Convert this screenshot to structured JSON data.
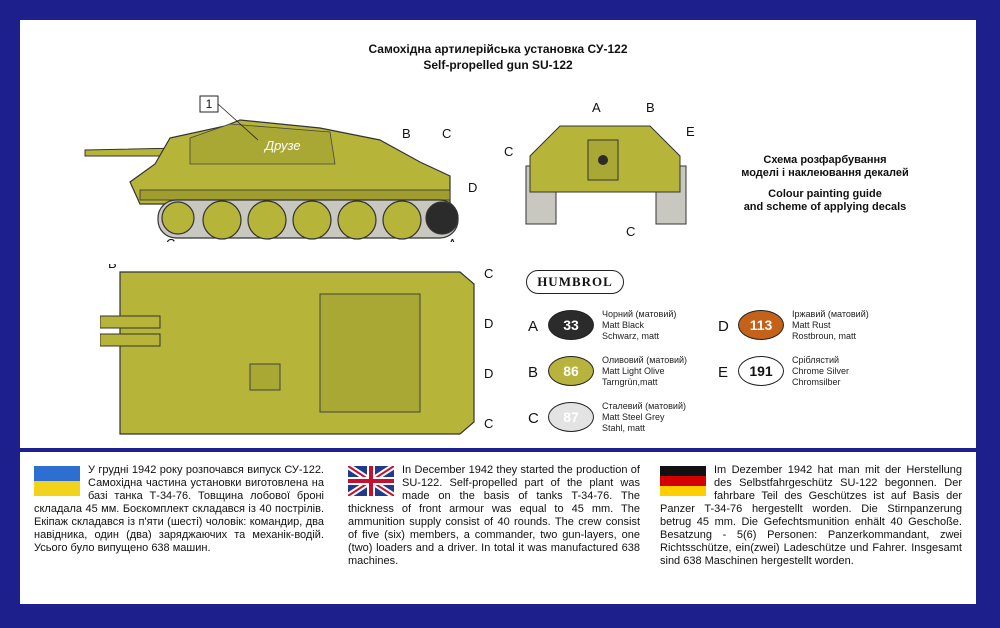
{
  "title_ua": "Самохідна артилерійська установка СУ-122",
  "title_en": "Self-propelled gun SU-122",
  "guide": {
    "ua_line1": "Схема розфарбування",
    "ua_line2": "моделі і наклеювання декалей",
    "en_line1": "Colour painting guide",
    "en_line2": "and scheme of applying decals"
  },
  "decal_number": "1",
  "slogan": "Друзе",
  "callouts": {
    "A": "A",
    "B": "B",
    "C": "C",
    "D": "D",
    "E": "E"
  },
  "brand": "HUMBROL",
  "colors": {
    "olive": "#b6b53a",
    "border": "#1d1f8c"
  },
  "paints": [
    {
      "letter": "A",
      "code": "33",
      "hex": "#2b2b2b",
      "text_color": "#ffffff",
      "ua": "Чорний (матовий)",
      "en": "Matt Black",
      "de": "Schwarz, matt"
    },
    {
      "letter": "B",
      "code": "86",
      "hex": "#b7b33c",
      "text_color": "#ffffff",
      "ua": "Оливовий (матовий)",
      "en": "Matt Light Olive",
      "de": "Tarngrün,matt"
    },
    {
      "letter": "C",
      "code": "87",
      "hex": "#e3e3e3",
      "text_color": "#ffffff",
      "ua": "Сталевий (матовий)",
      "en": "Matt Steel Grey",
      "de": "Stahl, matt"
    },
    {
      "letter": "D",
      "code": "113",
      "hex": "#c4621a",
      "text_color": "#ffffff",
      "ua": "Іржавий (матовий)",
      "en": "Matt Rust",
      "de": "Rostbroun, matt"
    },
    {
      "letter": "E",
      "code": "191",
      "hex": "#ffffff",
      "text_color": "#111111",
      "ua": "Сріблястий",
      "en": "Chrome Silver",
      "de": "Chromsilber"
    }
  ],
  "text_ua": "У грудні 1942 року розпочався випуск СУ-122. Самохідна частина установки виготовлена на базі танка Т-34-76. Товщина лобової броні складала 45 мм. Боєкомплект складався із 40 пострілів. Екіпаж складався із п'яти (шесті) чоловік: командир, два навідника, один (два) заряджаючих та механік-водій. Усього було випущено 638 машин.",
  "text_en": "In December 1942 they started the production of SU-122. Self-propelled part of the plant was made on the basis of tanks T-34-76. The thickness of front armour was equal to 45 mm. The ammunition supply consist of 40 rounds. The crew consist of five (six) members, a commander, two gun-layers, one (two) loaders and a driver. In total it was manufactured 638 machines.",
  "text_de": "Im Dezember 1942 hat man mit der Herstellung des Selbstfahrgeschütz SU-122 begonnen. Der fahrbare Teil des Geschützes ist auf Basis der Panzer T-34-76 hergestellt worden. Die Stirnpanzerung betrug 45 mm. Die Gefechtsmunition enhält 40 Geschoße. Besatzung - 5(6) Personen: Panzerkommandant, zwei Richtsschütze, ein(zwei) Ladeschütze und Fahrer. Insgesamt sind 638 Maschinen hergestellt worden."
}
